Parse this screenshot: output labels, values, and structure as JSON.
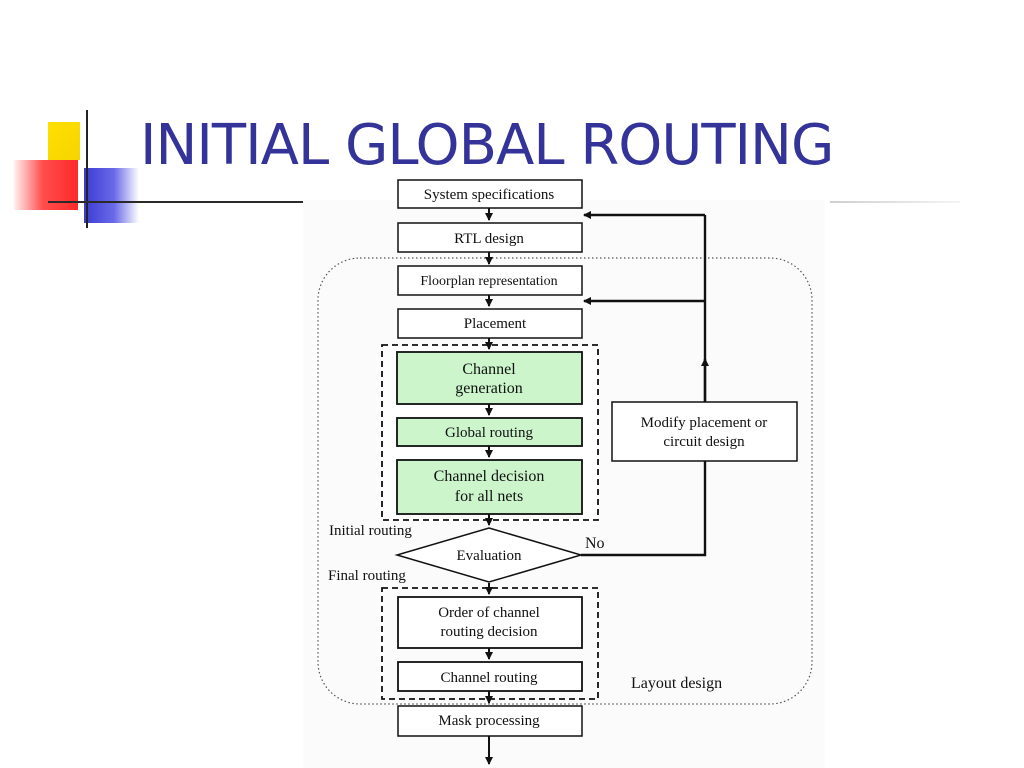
{
  "slide": {
    "title": "INITIAL GLOBAL ROUTING"
  },
  "diagram": {
    "nodes": {
      "system_specs": "System specifications",
      "rtl_design": "RTL design",
      "floorplan": "Floorplan representation",
      "placement": "Placement",
      "channel_generation": [
        "Channel",
        "generation"
      ],
      "global_routing": "Global routing",
      "channel_decision": [
        "Channel decision",
        "for all nets"
      ],
      "evaluation": "Evaluation",
      "order_channel_routing": [
        "Order of channel",
        "routing decision"
      ],
      "channel_routing": "Channel routing",
      "mask_processing": "Mask processing",
      "modify_placement": [
        "Modify placement or",
        "circuit design"
      ]
    },
    "labels": {
      "initial_routing": "Initial routing",
      "final_routing": "Final routing",
      "no": "No",
      "layout_design": "Layout design"
    }
  }
}
